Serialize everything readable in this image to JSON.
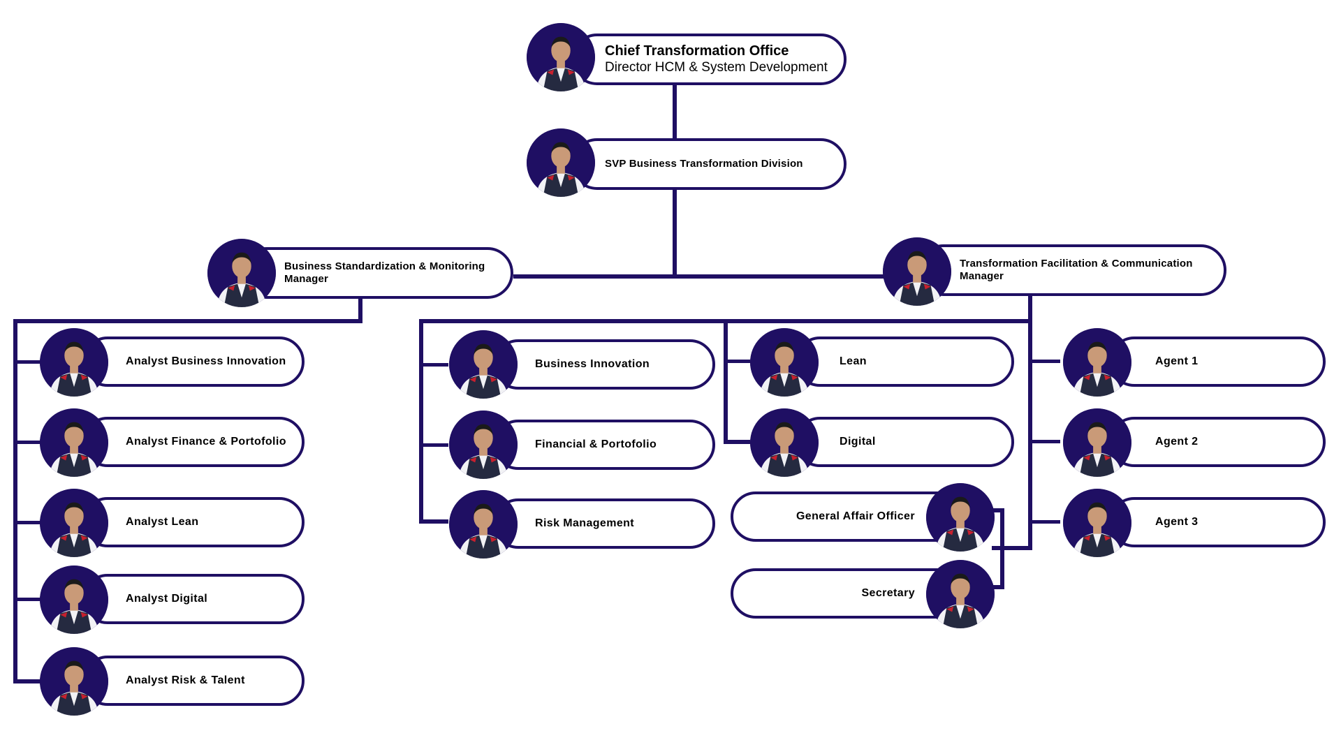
{
  "colors": {
    "line": "#1f0f63",
    "avatar_bg": "#1f0f63",
    "node_fill": "#ffffff",
    "skin": "#c99a78",
    "hair": "#1a1a1a",
    "shirt": "#f2f2f5",
    "vest": "#252a40",
    "accent_red": "#c8202e"
  },
  "icons": {
    "avatar": "person-portrait-icon"
  },
  "top": {
    "title": "Chief Transformation Office",
    "subtitle": "Director HCM & System Development"
  },
  "svp": {
    "label": "SVP Business Transformation Division"
  },
  "managers": {
    "left": "Business Standardization & Monitoring Manager",
    "right": "Transformation Facilitation & Communication Manager"
  },
  "analysts": [
    "Analyst Business Innovation",
    "Analyst Finance & Portofolio",
    "Analyst Lean",
    "Analyst Digital",
    "Analyst Risk & Talent"
  ],
  "teams_a": [
    "Business Innovation",
    "Financial & Portofolio",
    "Risk Management"
  ],
  "teams_b": [
    "Lean",
    "Digital"
  ],
  "support": [
    "General Affair Officer",
    "Secretary"
  ],
  "agents": [
    "Agent 1",
    "Agent 2",
    "Agent 3"
  ]
}
